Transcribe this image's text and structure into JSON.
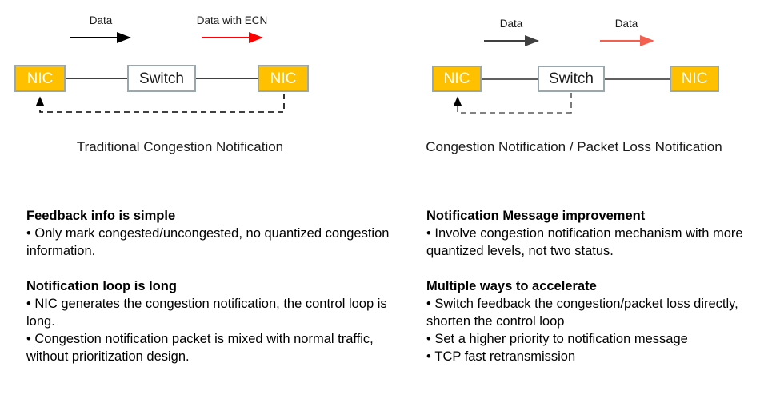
{
  "colors": {
    "nic_fill": "#FFC000",
    "node_border": "#9aa7ad",
    "switch_fill": "#FFFFFF",
    "arrow_black": "#000000",
    "arrow_red": "#FF0000",
    "arrow_gray_black": "#404040",
    "arrow_salmon_red": "#F4604F",
    "link_line": "#000000",
    "feedback_dashed": "#595959",
    "text": "#000000"
  },
  "diagrams": {
    "left": {
      "caption": "Traditional Congestion Notification",
      "nodes": [
        {
          "id": "nic-left",
          "label": "NIC",
          "type": "nic"
        },
        {
          "id": "switch",
          "label": "Switch",
          "type": "switch"
        },
        {
          "id": "nic-right",
          "label": "NIC",
          "type": "nic"
        }
      ],
      "arrow_labels": [
        {
          "id": "arrow-label-data",
          "text": "Data",
          "color": "#000000"
        },
        {
          "id": "arrow-label-data-with-ecn",
          "text": "Data with ECN",
          "color": "#000000"
        }
      ],
      "feedback": {
        "from": "nic-right",
        "to": "nic-left",
        "style": "dashed"
      }
    },
    "right": {
      "caption": "Congestion Notification / Packet Loss Notification",
      "nodes": [
        {
          "id": "nic-left",
          "label": "NIC",
          "type": "nic"
        },
        {
          "id": "switch",
          "label": "Switch",
          "type": "switch"
        },
        {
          "id": "nic-right",
          "label": "NIC",
          "type": "nic"
        }
      ],
      "arrow_labels": [
        {
          "id": "arrow-label-data-1",
          "text": "Data",
          "color": "#000000"
        },
        {
          "id": "arrow-label-data-2",
          "text": "Data",
          "color": "#000000"
        }
      ],
      "feedback": {
        "from": "switch",
        "to": "nic-left",
        "style": "dashed"
      }
    }
  },
  "text_columns": {
    "left": [
      {
        "heading": "Feedback info is simple",
        "bullets": [
          "Only mark congested/uncongested, no quantized congestion information."
        ]
      },
      {
        "heading": "Notification loop is long",
        "bullets": [
          "NIC generates the congestion notification, the control loop is long.",
          "Congestion notification packet is mixed with normal traffic, without prioritization design."
        ]
      }
    ],
    "right": [
      {
        "heading": "Notification Message improvement",
        "bullets": [
          "Involve congestion notification mechanism with more quantized levels, not two status."
        ]
      },
      {
        "heading": "Multiple ways to accelerate",
        "bullets": [
          "Switch feedback the congestion/packet loss directly, shorten the control loop",
          "Set a higher priority to notification message",
          "TCP fast retransmission"
        ]
      }
    ]
  }
}
